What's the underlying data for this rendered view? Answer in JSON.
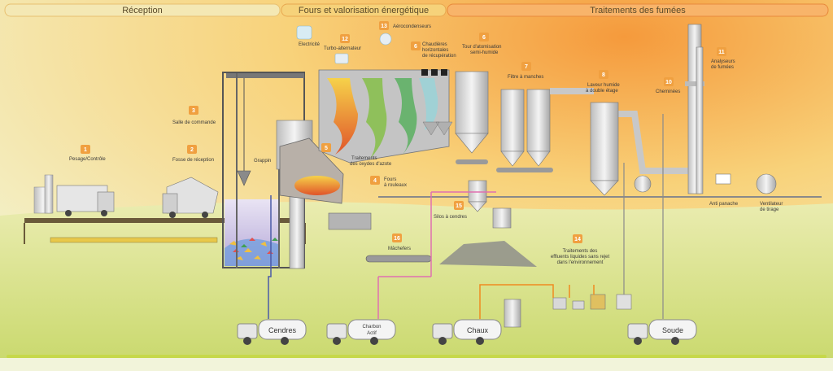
{
  "sections": {
    "reception": "Réception",
    "fours": "Fours et valorisation énergétique",
    "fumees": "Traitements des fumées"
  },
  "steps": {
    "s1_num": "1",
    "s1": "Pesage/Contrôle",
    "s2_num": "2",
    "s2": "Fosse de réception",
    "s3_num": "3",
    "s3": "Salle de commande",
    "grappin": "Grappin",
    "s4_num": "4",
    "s4a": "Fours",
    "s4b": "à rouleaux",
    "s5_num": "5",
    "s5a": "Traitements",
    "s5b": "des oxydes d'azote",
    "electricite": "Electricité",
    "s12_num": "12",
    "s12": "Turbo-alternateur",
    "s13_num": "13",
    "s13": "Aérocondenseurs",
    "s6_num": "6",
    "s6a": "Chaudières",
    "s6b": "horizontales",
    "s6c": "de récupération",
    "s7_num": "6",
    "s7a": "Tour d'atomisation",
    "s7b": "semi-humide",
    "s8_num": "7",
    "s8": "Filtre à manches",
    "s9_num": "8",
    "s9a": "Laveur humide",
    "s9b": "à double étage",
    "s10_num": "10",
    "s10": "Cheminées",
    "s11_num": "11",
    "s11a": "Analyseurs",
    "s11b": "de fumées",
    "s15_num": "15",
    "s15": "Silos à cendres",
    "s16_num": "16",
    "s16": "Mâchefers",
    "s14_num": "14",
    "s14a": "Traitements des",
    "s14b": "effluents liquides sans rejet",
    "s14c": "dans l'environnement",
    "anti": "Anti panache",
    "vent_a": "Ventilateur",
    "vent_b": "de tirage"
  },
  "trucks": {
    "cendres": "Cendres",
    "charbon_a": "Charbon",
    "charbon_b": "Actif",
    "chaux": "Chaux",
    "soude": "Soude"
  },
  "colors": {
    "badge": "#f0a040",
    "cendres_line": "#4a5aa8",
    "charbon_line": "#e070b0",
    "chaux_line": "#f08a20",
    "flue": "#d8d8d8"
  }
}
